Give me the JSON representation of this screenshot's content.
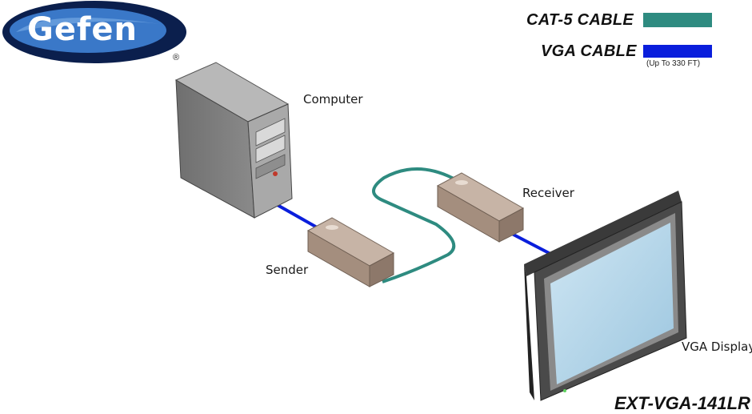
{
  "brand": {
    "name": "Gefen",
    "registered_mark": "®"
  },
  "legend": {
    "cat5": {
      "label": "CAT-5 CABLE",
      "color": "#2e8b80"
    },
    "vga": {
      "label": "VGA CABLE",
      "color": "#0a1edc",
      "note": "(Up To 330 FT)"
    }
  },
  "devices": {
    "computer": "Computer",
    "sender": "Sender",
    "receiver": "Receiver",
    "display": "VGA Display"
  },
  "model": "EXT-VGA-141LR"
}
